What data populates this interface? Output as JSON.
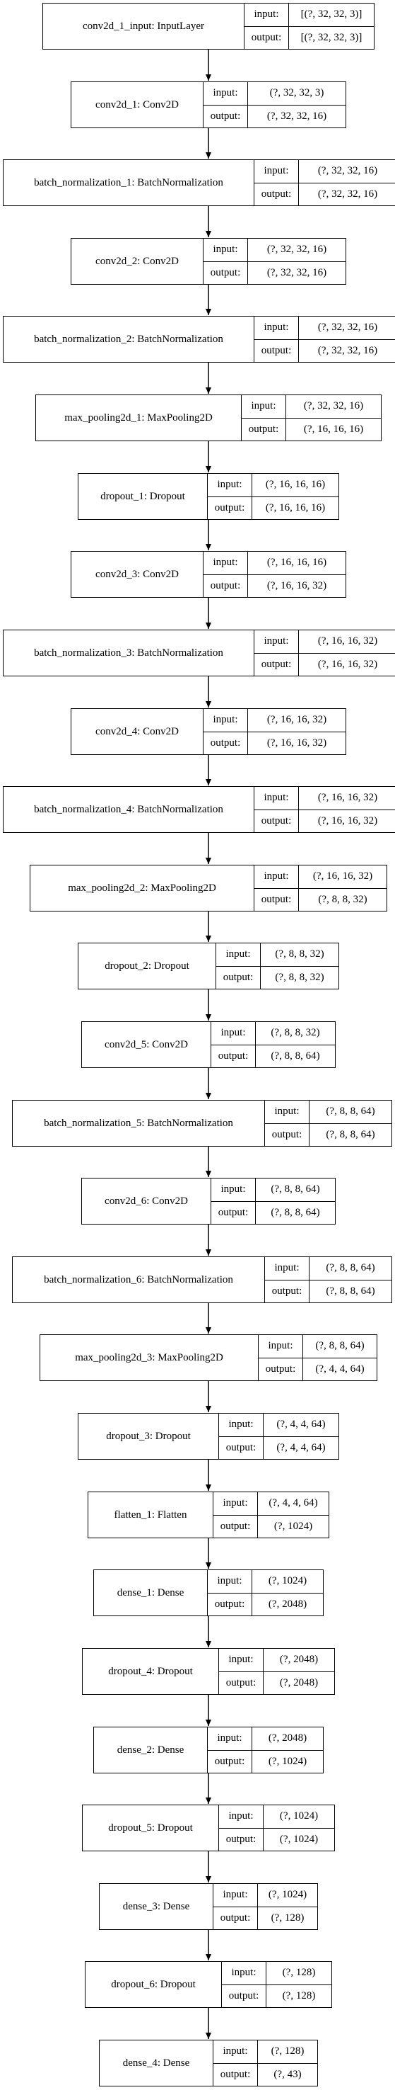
{
  "diagram": {
    "port_labels": {
      "input": "input:",
      "output": "output:"
    },
    "layers": [
      {
        "name": "conv2d_1_input: InputLayer",
        "input": "[(?, 32, 32, 3)]",
        "output": "[(?, 32, 32, 3)]"
      },
      {
        "name": "conv2d_1: Conv2D",
        "input": "(?, 32, 32, 3)",
        "output": "(?, 32, 32, 16)"
      },
      {
        "name": "batch_normalization_1: BatchNormalization",
        "input": "(?, 32, 32, 16)",
        "output": "(?, 32, 32, 16)"
      },
      {
        "name": "conv2d_2: Conv2D",
        "input": "(?, 32, 32, 16)",
        "output": "(?, 32, 32, 16)"
      },
      {
        "name": "batch_normalization_2: BatchNormalization",
        "input": "(?, 32, 32, 16)",
        "output": "(?, 32, 32, 16)"
      },
      {
        "name": "max_pooling2d_1: MaxPooling2D",
        "input": "(?, 32, 32, 16)",
        "output": "(?, 16, 16, 16)"
      },
      {
        "name": "dropout_1: Dropout",
        "input": "(?, 16, 16, 16)",
        "output": "(?, 16, 16, 16)"
      },
      {
        "name": "conv2d_3: Conv2D",
        "input": "(?, 16, 16, 16)",
        "output": "(?, 16, 16, 32)"
      },
      {
        "name": "batch_normalization_3: BatchNormalization",
        "input": "(?, 16, 16, 32)",
        "output": "(?, 16, 16, 32)"
      },
      {
        "name": "conv2d_4: Conv2D",
        "input": "(?, 16, 16, 32)",
        "output": "(?, 16, 16, 32)"
      },
      {
        "name": "batch_normalization_4: BatchNormalization",
        "input": "(?, 16, 16, 32)",
        "output": "(?, 16, 16, 32)"
      },
      {
        "name": "max_pooling2d_2: MaxPooling2D",
        "input": "(?, 16, 16, 32)",
        "output": "(?, 8, 8, 32)"
      },
      {
        "name": "dropout_2: Dropout",
        "input": "(?, 8, 8, 32)",
        "output": "(?, 8, 8, 32)"
      },
      {
        "name": "conv2d_5: Conv2D",
        "input": "(?, 8, 8, 32)",
        "output": "(?, 8, 8, 64)"
      },
      {
        "name": "batch_normalization_5: BatchNormalization",
        "input": "(?, 8, 8, 64)",
        "output": "(?, 8, 8, 64)"
      },
      {
        "name": "conv2d_6: Conv2D",
        "input": "(?, 8, 8, 64)",
        "output": "(?, 8, 8, 64)"
      },
      {
        "name": "batch_normalization_6: BatchNormalization",
        "input": "(?, 8, 8, 64)",
        "output": "(?, 8, 8, 64)"
      },
      {
        "name": "max_pooling2d_3: MaxPooling2D",
        "input": "(?, 8, 8, 64)",
        "output": "(?, 4, 4, 64)"
      },
      {
        "name": "dropout_3: Dropout",
        "input": "(?, 4, 4, 64)",
        "output": "(?, 4, 4, 64)"
      },
      {
        "name": "flatten_1: Flatten",
        "input": "(?, 4, 4, 64)",
        "output": "(?, 1024)"
      },
      {
        "name": "dense_1: Dense",
        "input": "(?, 1024)",
        "output": "(?, 2048)"
      },
      {
        "name": "dropout_4: Dropout",
        "input": "(?, 2048)",
        "output": "(?, 2048)"
      },
      {
        "name": "dense_2: Dense",
        "input": "(?, 2048)",
        "output": "(?, 1024)"
      },
      {
        "name": "dropout_5: Dropout",
        "input": "(?, 1024)",
        "output": "(?, 1024)"
      },
      {
        "name": "dense_3: Dense",
        "input": "(?, 1024)",
        "output": "(?, 128)"
      },
      {
        "name": "dropout_6: Dropout",
        "input": "(?, 128)",
        "output": "(?, 128)"
      },
      {
        "name": "dense_4: Dense",
        "input": "(?, 128)",
        "output": "(?, 43)"
      }
    ]
  }
}
